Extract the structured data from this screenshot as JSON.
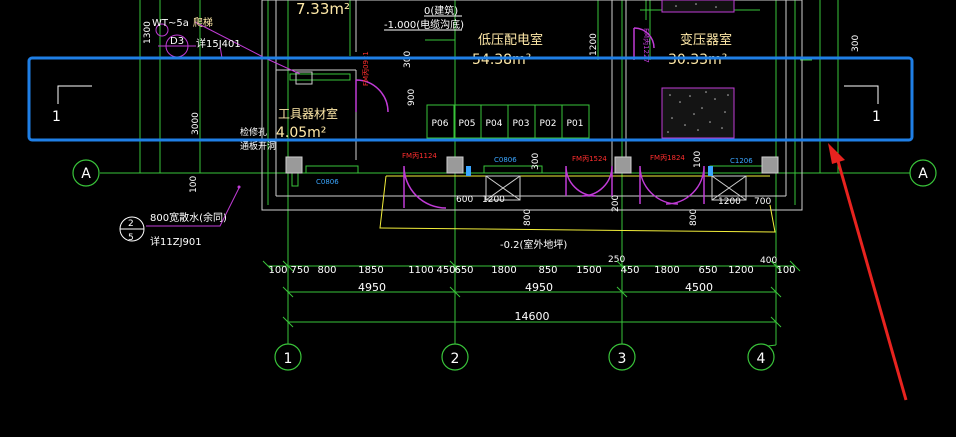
{
  "colors": {
    "background": "#000000",
    "grid": "#39c43a",
    "wall": "#cfcfcf",
    "dim_text": "#ffffff",
    "room_text": "#ffe9a8",
    "magenta": "#c03bd6",
    "yellow": "#f2ee3a",
    "red_label": "#ff2e2e",
    "cyan_label": "#3aa6ff",
    "selection": "#1f7fe6",
    "arrow": "#e8231f"
  },
  "rooms": {
    "lv_room_name": "低压配电室",
    "lv_room_area": "54.38m²",
    "transformer_name": "变压器室",
    "transformer_area": "30.33m²",
    "tool_room_name": "工具器材室",
    "tool_room_area": "4.05m²",
    "top_area": "7.33m²"
  },
  "annotations": {
    "wt": "WT",
    "wt_suffix": "~5a",
    "ladder": "爬梯",
    "d3": "D3",
    "ref_15j401": "详15J401",
    "elev_zero": "0(建筑)",
    "elev_minus1": "-1.000(电缆沟底)",
    "elev_outdoor": "-0.2(室外地坪)",
    "hatch_hole": "检修孔",
    "hatch_note": "通板开洞",
    "apron": "800宽散水(余同)",
    "ref_11zj901": "详11ZJ901",
    "detail_num_top": "2",
    "detail_num_bottom": "5"
  },
  "panels": [
    "P06",
    "P05",
    "P04",
    "P03",
    "P02",
    "P01"
  ],
  "tags": {
    "fm0921": "FM丙0921",
    "fm1124": "FM丙1124",
    "fm1524": "FM丙1524",
    "fm1824": "FM丙1824",
    "fm_top": "FM丙1227",
    "c0806_left": "C0806",
    "c0806_mid": "C0806",
    "c1206": "C1206"
  },
  "local_dims": {
    "d1300_top": "1300",
    "d900": "900",
    "d3000": "3000",
    "d100_left": "100",
    "d300_top": "300",
    "d1200_top": "1200",
    "d300_right": "300",
    "d600": "600",
    "d1200_a": "1200",
    "d800_a": "800",
    "d300_b": "300",
    "d200": "200",
    "d100_b": "100",
    "d1200_b": "1200",
    "d800_b": "800",
    "d700": "700",
    "d250": "250",
    "d400": "400"
  },
  "dim_row1": [
    "100",
    "750",
    "800",
    "1850",
    "1100",
    "450",
    "650",
    "1800",
    "850",
    "1500",
    "450",
    "1800",
    "650",
    "1200",
    "100"
  ],
  "dim_row2": [
    "4950",
    "4950",
    "4500"
  ],
  "dim_total": "14600",
  "axes": {
    "row_a_left": "A",
    "row_a_right": "A",
    "col_1": "1",
    "col_2": "2",
    "col_3": "3",
    "col_4": "4"
  },
  "section_marks": {
    "left": "1",
    "right": "1"
  }
}
